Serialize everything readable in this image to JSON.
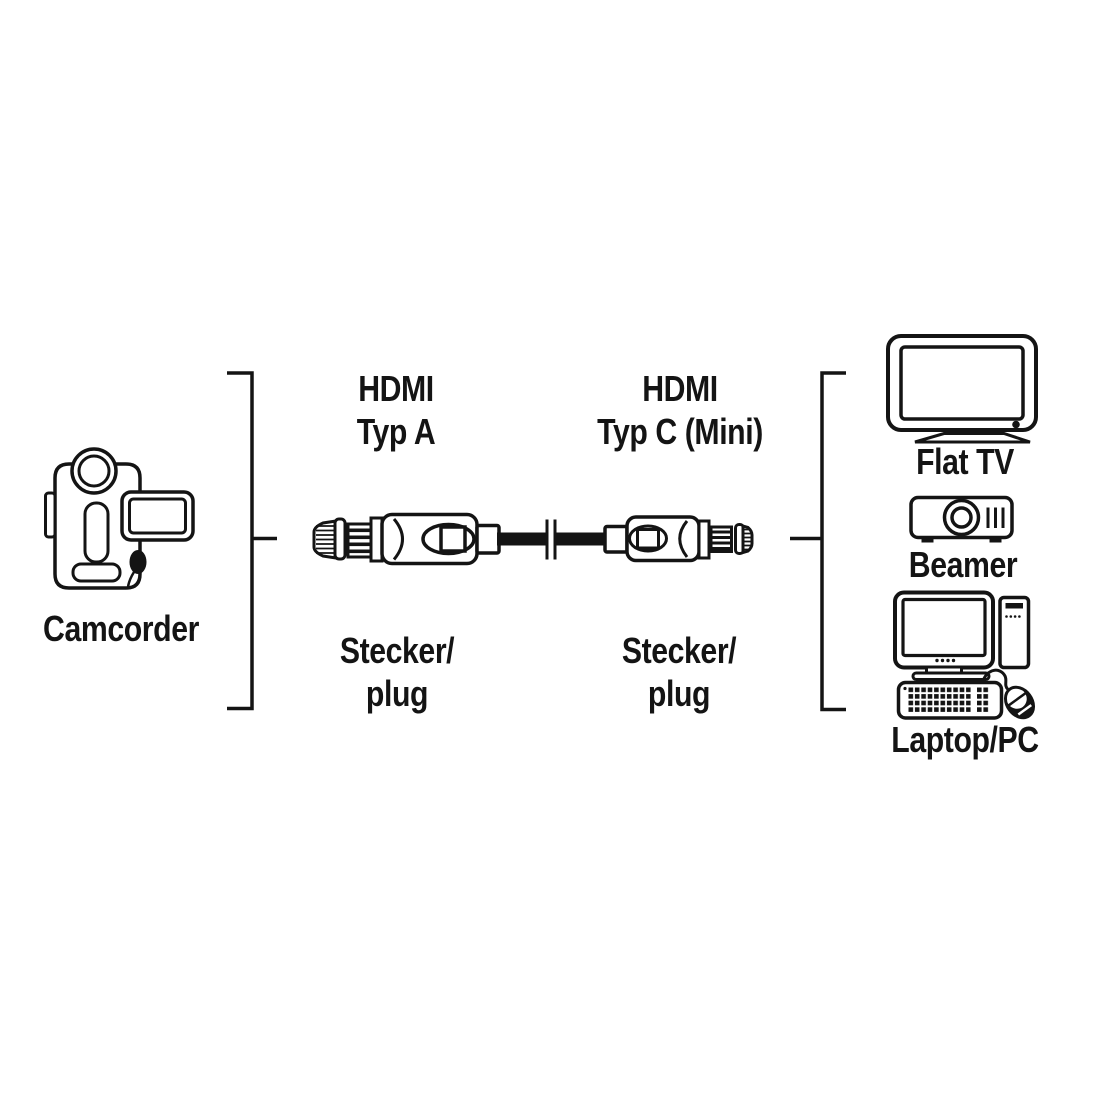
{
  "diagram": {
    "source_device": {
      "label": "Camcorder",
      "icon": "camcorder-icon"
    },
    "cable": {
      "left_connector": {
        "name_line1": "HDMI",
        "name_line2": "Typ A",
        "role_line1": "Stecker/",
        "role_line2": "plug",
        "icon": "hdmi-type-a-plug-icon"
      },
      "right_connector": {
        "name_line1": "HDMI",
        "name_line2": "Typ C (Mini)",
        "role_line1": "Stecker/",
        "role_line2": "plug",
        "icon": "hdmi-type-c-mini-plug-icon"
      }
    },
    "target_devices": [
      {
        "label": "Flat TV",
        "icon": "flat-tv-icon"
      },
      {
        "label": "Beamer",
        "icon": "beamer-icon"
      },
      {
        "label": "Laptop/PC",
        "icon": "laptop-pc-icon"
      }
    ],
    "colors": {
      "line": "#141414",
      "background": "#ffffff"
    }
  }
}
